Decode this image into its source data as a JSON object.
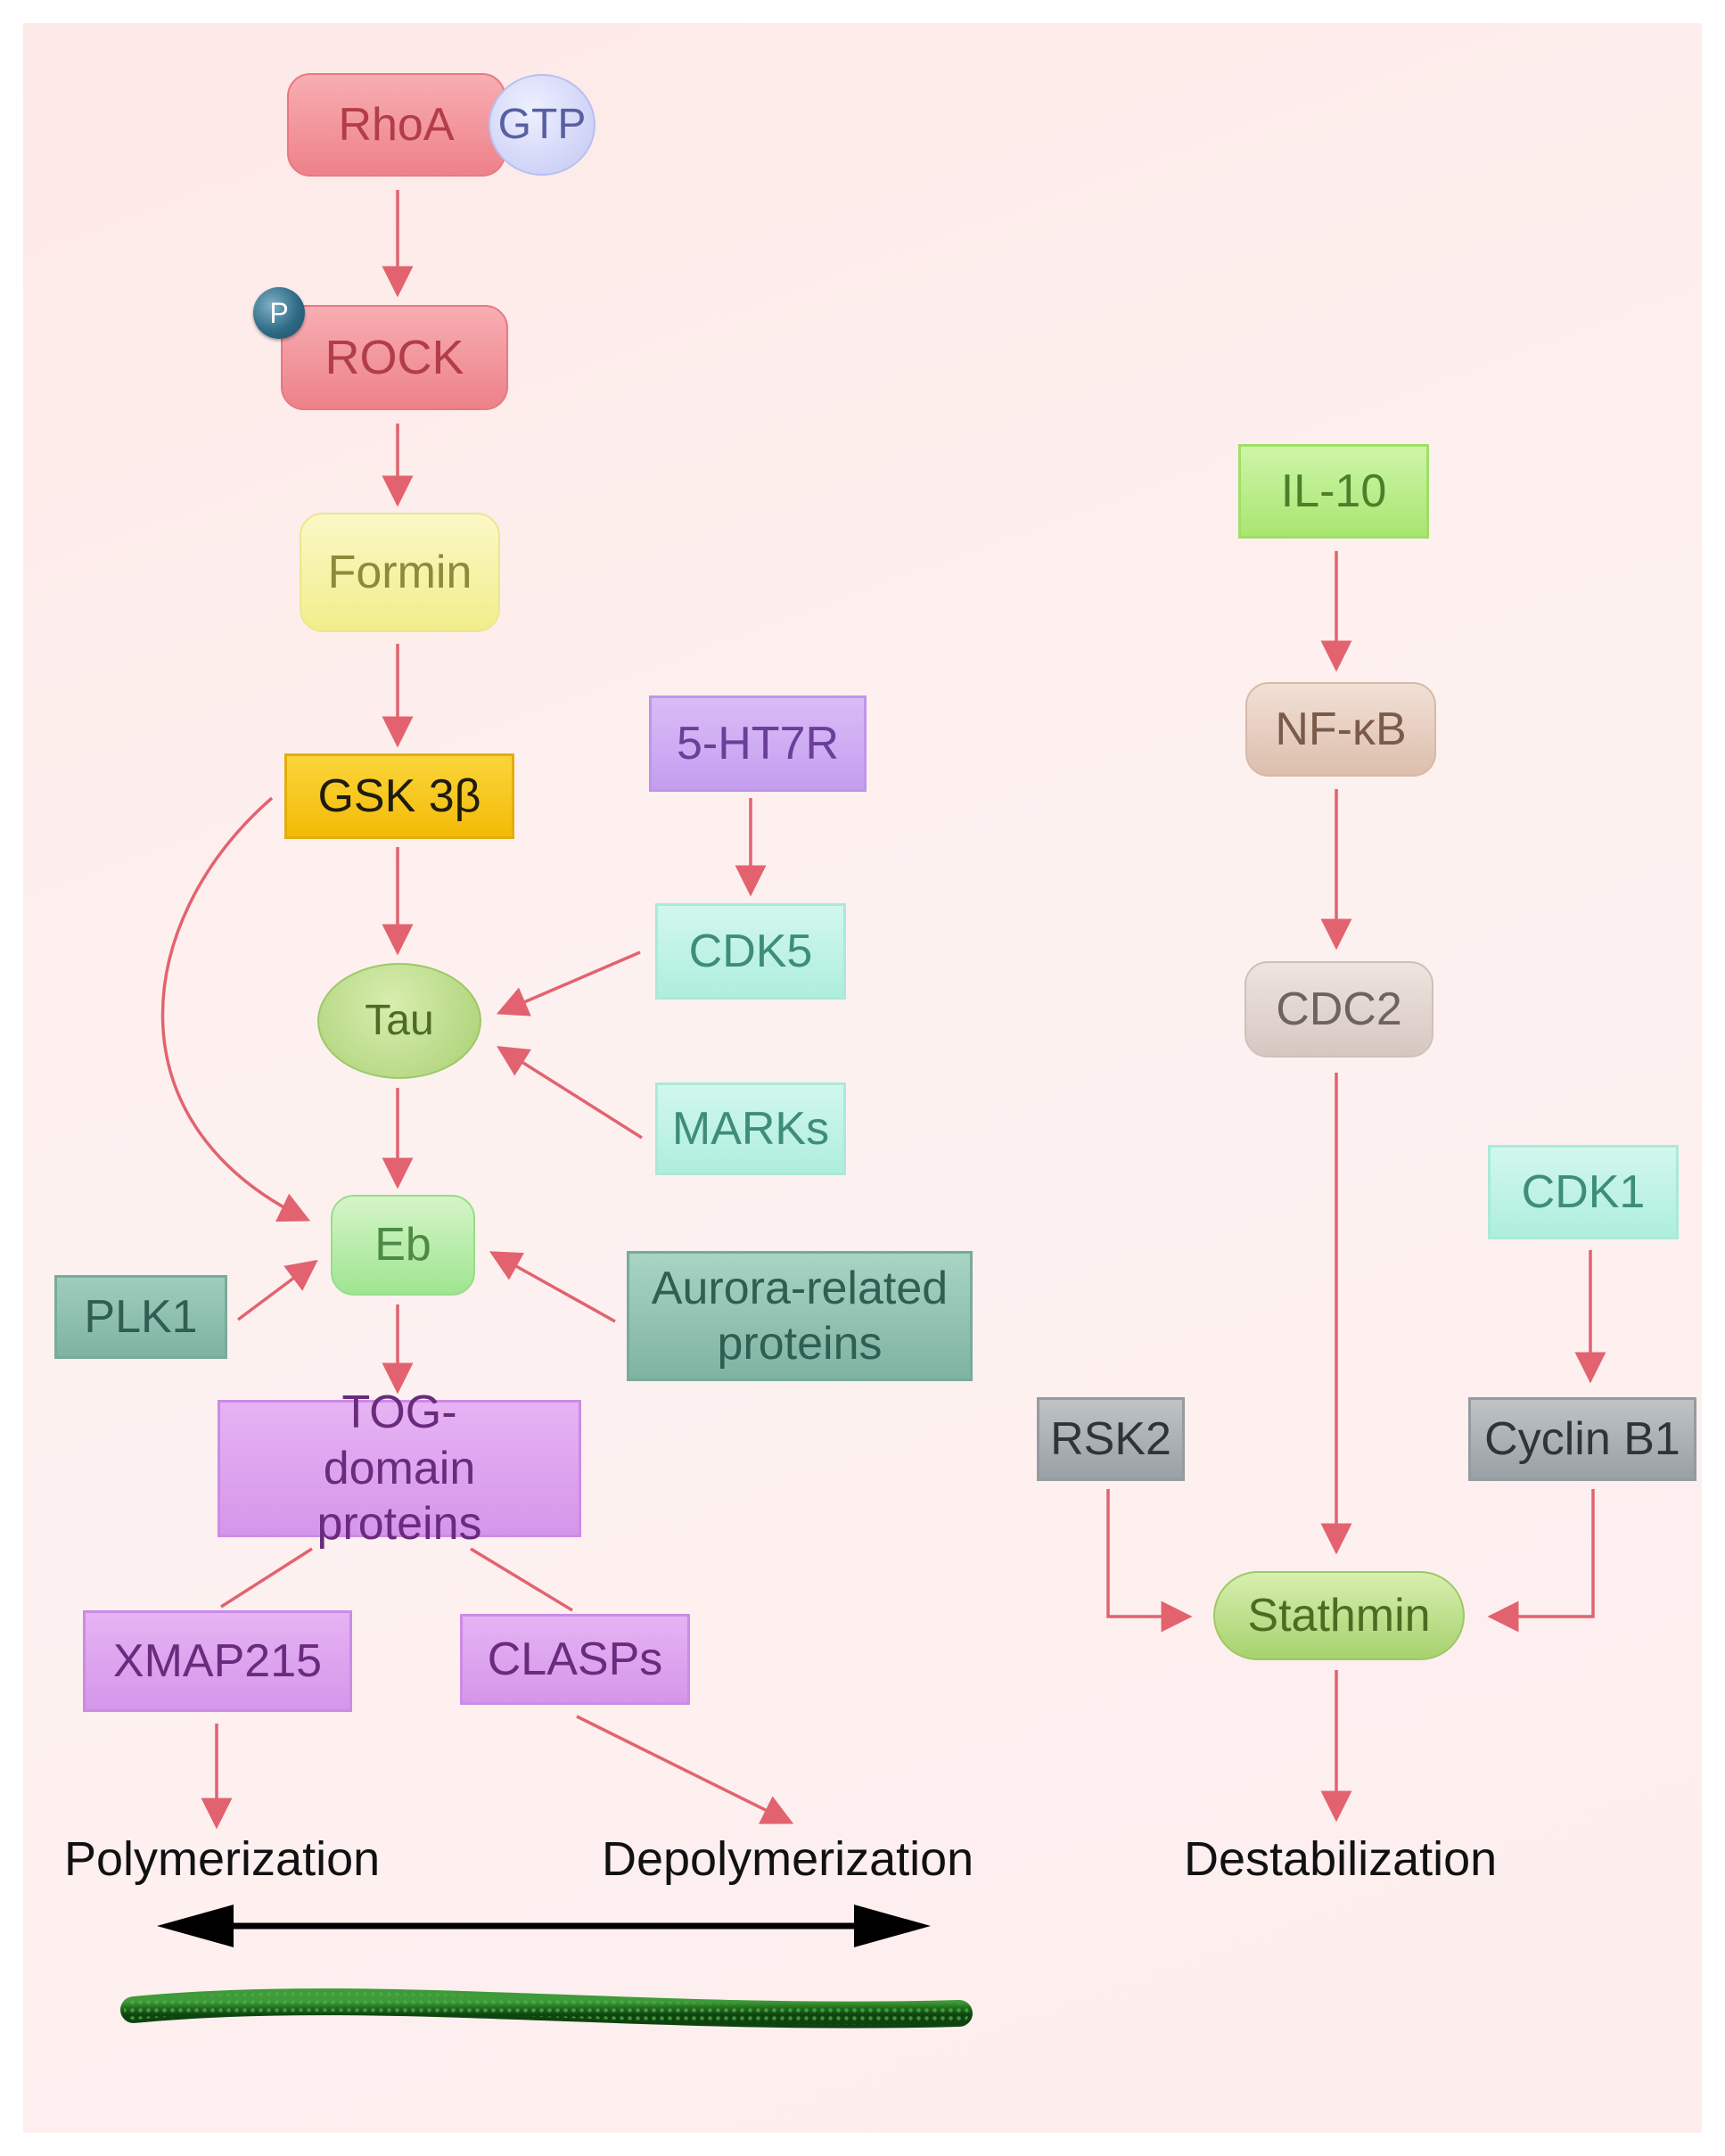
{
  "nodes": {
    "rhoa": "RhoA",
    "gtp": "GTP",
    "phospho": "P",
    "rock": "ROCK",
    "formin": "Formin",
    "gsk3b": "GSK 3β",
    "ht7r": "5-HT7R",
    "cdk5": "CDK5",
    "tau": "Tau",
    "marks": "MARKs",
    "eb": "Eb",
    "plk1": "PLK1",
    "aurora": "Aurora-related proteins",
    "tog": "TOG-domain proteins",
    "xmap215": "XMAP215",
    "clasps": "CLASPs",
    "il10": "IL-10",
    "nfkb": "NF-κB",
    "cdc2": "CDC2",
    "cdk1": "CDK1",
    "rsk2": "RSK2",
    "cyclinb1": "Cyclin B1",
    "stathmin": "Stathmin"
  },
  "outcomes": {
    "polymerization": "Polymerization",
    "depolymerization": "Depolymerization",
    "destabilization": "Destabilization"
  },
  "colors": {
    "arrow": "#e2636f",
    "rhoa_rock": "#f49aa0",
    "gtp": "#c9cdf6",
    "formin": "#f6f3a0",
    "gsk3b": "#f8c815",
    "purple": "#cf8fe8",
    "mint": "#b6f0e1",
    "teal_dark": "#86b9a8",
    "green_soft": "#bfe9a3",
    "il10": "#b7ec8b",
    "nfkb": "#e8cfc0",
    "cdc2": "#e4d6d0",
    "gray": "#a4a9ad",
    "microtubule": "#1f6b1d"
  }
}
